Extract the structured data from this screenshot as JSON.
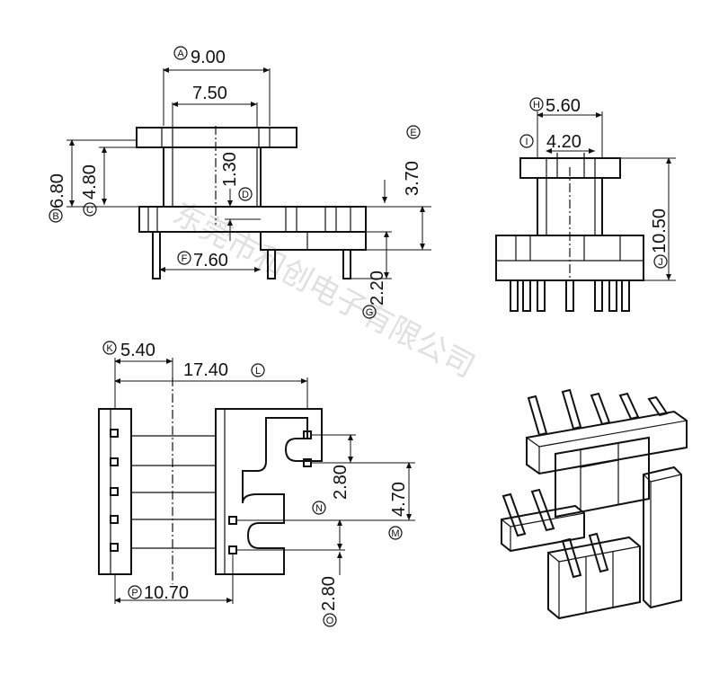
{
  "watermark": "东莞市和创电子有限公司",
  "callouts": {
    "A": {
      "letter": "A",
      "value": "9.00"
    },
    "B": {
      "letter": "B",
      "value": "6.80"
    },
    "C": {
      "letter": "C",
      "value": "4.80"
    },
    "D": {
      "letter": "D",
      "value": "1.30"
    },
    "E": {
      "letter": "E",
      "value": "3.70"
    },
    "F": {
      "letter": "F",
      "value": "7.60"
    },
    "G": {
      "letter": "G",
      "value": "2.20"
    },
    "H": {
      "letter": "H",
      "value": "5.60"
    },
    "I": {
      "letter": "I",
      "value": "4.20"
    },
    "J": {
      "letter": "J",
      "value": "10.50"
    },
    "K": {
      "letter": "K",
      "value": "5.40"
    },
    "L": {
      "letter": "L",
      "value": "17.40"
    },
    "M": {
      "letter": "M",
      "value": "4.70"
    },
    "N": {
      "letter": "N",
      "value": "2.80"
    },
    "O": {
      "letter": "O",
      "value": "2.80"
    },
    "P": {
      "letter": "P",
      "value": "10.70"
    }
  },
  "plain": {
    "top_inner": "7.50"
  }
}
